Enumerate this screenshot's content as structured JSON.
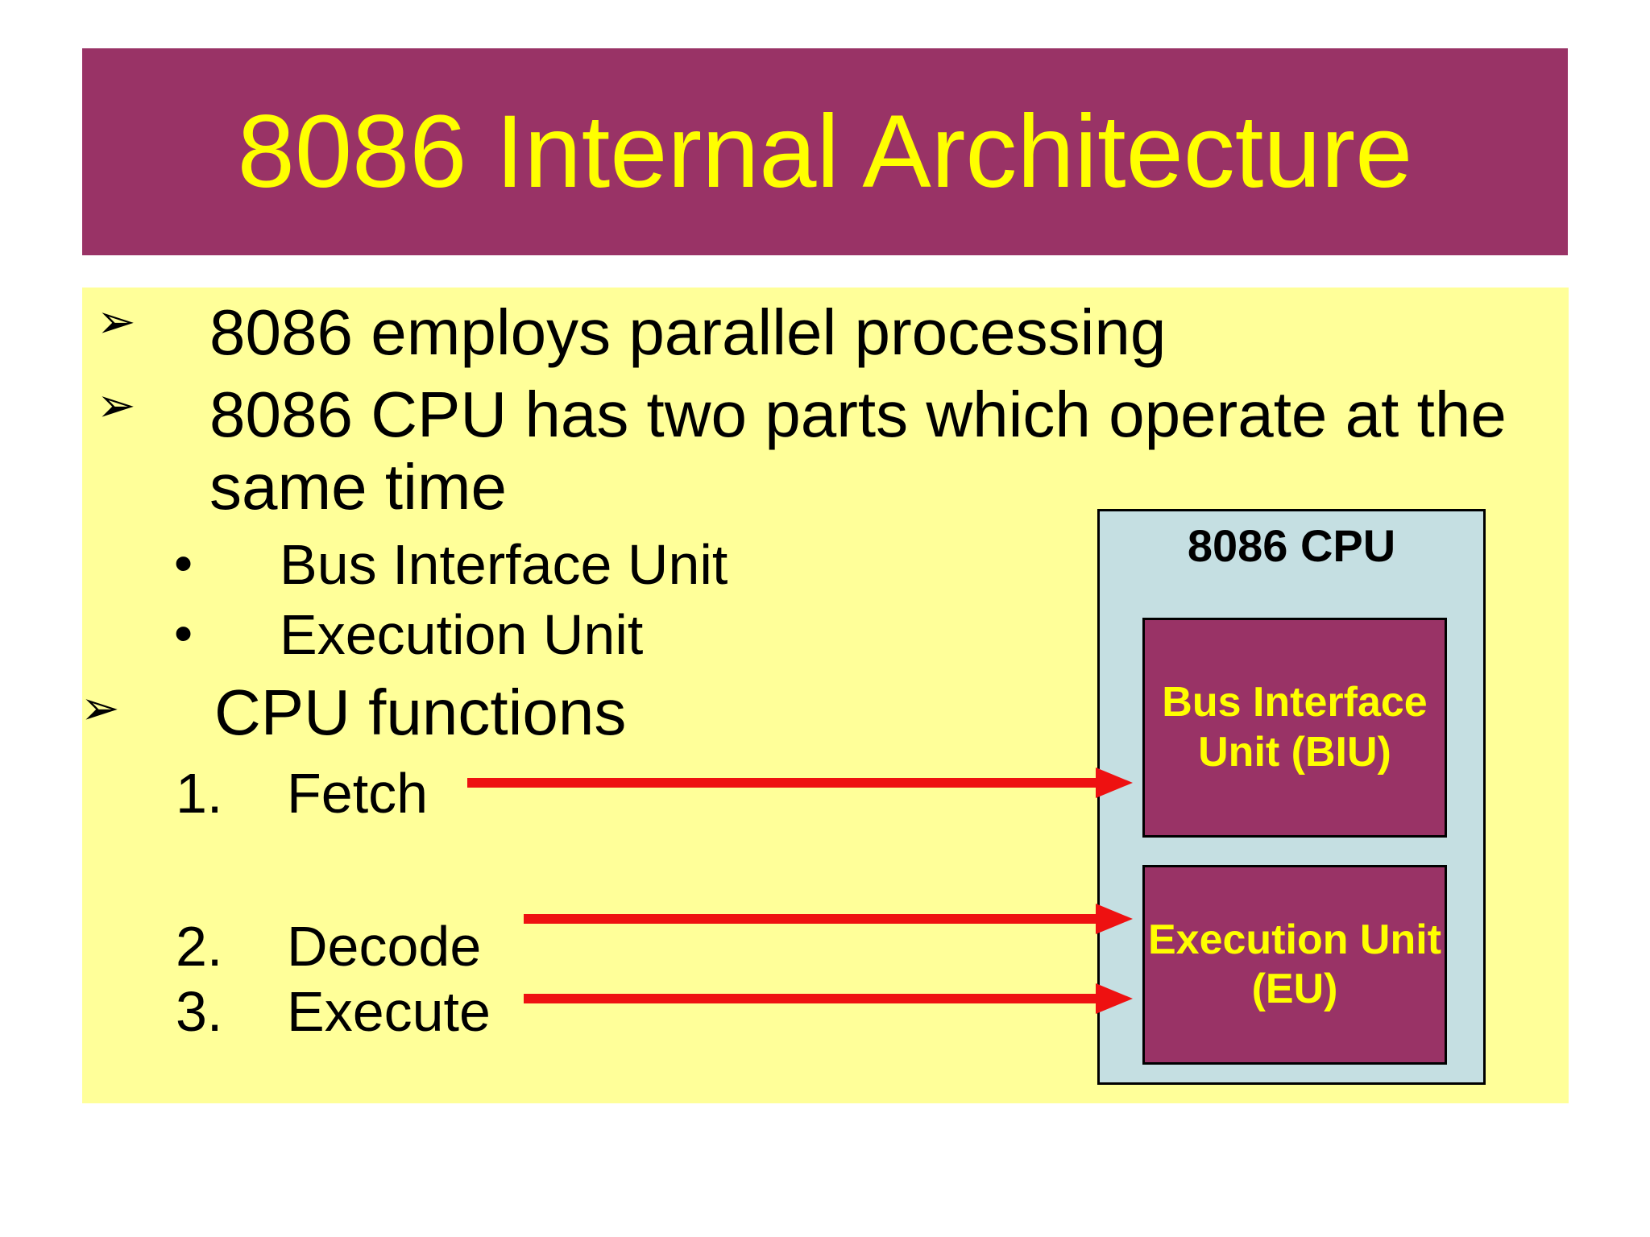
{
  "slide": {
    "title": "8086 Internal Architecture",
    "colors": {
      "title_bar_bg": "#993366",
      "title_text": "#FFFF00",
      "panel_bg": "#FFFF99",
      "body_text": "#000000",
      "diagram_bg": "#C5DFE2",
      "unit_box_bg": "#993366",
      "unit_label_text": "#FFFF00",
      "arrow": "#EE1111"
    },
    "bullets": {
      "b1": {
        "marker": "➢",
        "text": "8086 employs parallel processing"
      },
      "b2": {
        "marker": "➢",
        "text": "8086 CPU has two parts which operate at the same time"
      },
      "sub1": {
        "marker": "•",
        "text": "Bus Interface Unit"
      },
      "sub2": {
        "marker": "•",
        "text": "Execution Unit"
      },
      "b3": {
        "marker": "➢",
        "text": "CPU functions"
      },
      "n1": {
        "number": "1.",
        "text": "Fetch"
      },
      "n2": {
        "number": "2.",
        "text": "Decode"
      },
      "n3": {
        "number": "3.",
        "text": "Execute"
      }
    },
    "diagram": {
      "title": "8086 CPU",
      "biu": {
        "line1": "Bus Interface",
        "line2": "Unit (BIU)"
      },
      "eu": {
        "line1": "Execution Unit",
        "line2": "(EU)"
      },
      "arrows": [
        {
          "from": "Fetch",
          "to": "Bus Interface Unit (BIU)"
        },
        {
          "from": "Decode",
          "to": "Execution Unit (EU)"
        },
        {
          "from": "Execute",
          "to": "Execution Unit (EU)"
        }
      ]
    }
  }
}
